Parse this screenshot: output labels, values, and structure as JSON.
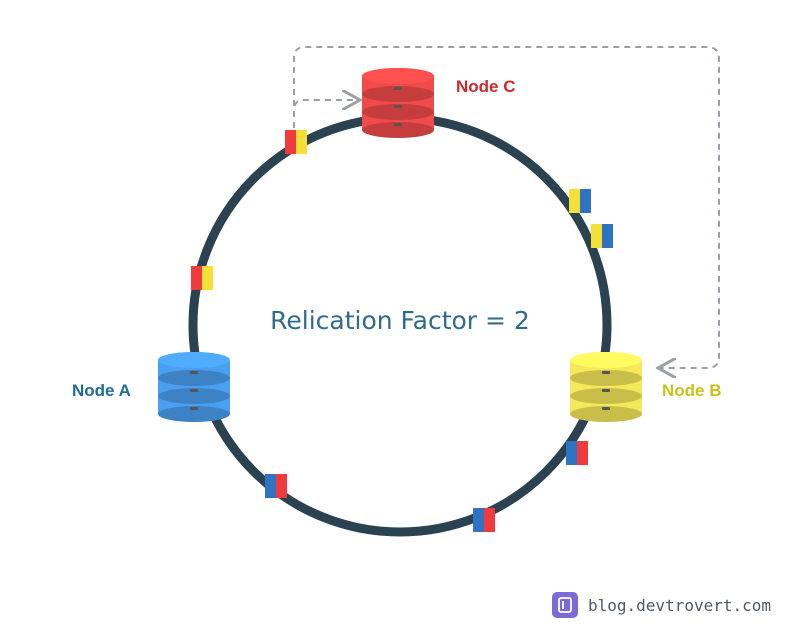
{
  "diagram": {
    "center_label": "Relication Factor = 2",
    "ring_color": "#2b4350",
    "nodes": [
      {
        "id": "a",
        "label": "Node A",
        "color": "#4a9ff0",
        "label_color": "#1f6a9a"
      },
      {
        "id": "b",
        "label": "Node B",
        "color": "#f5e85a",
        "label_color": "#c9c21a"
      },
      {
        "id": "c",
        "label": "Node C",
        "color": "#f04a4a",
        "label_color": "#cc2a2a"
      }
    ],
    "tokens": [
      {
        "colors": [
          "#ef3b3b",
          "#f5e03a"
        ]
      },
      {
        "colors": [
          "#f5e03a",
          "#2f74c4"
        ]
      },
      {
        "colors": [
          "#f5e03a",
          "#2f74c4"
        ]
      },
      {
        "colors": [
          "#ef3b3b",
          "#f5e03a"
        ]
      },
      {
        "colors": [
          "#2f74c4",
          "#ef3b3b"
        ]
      },
      {
        "colors": [
          "#2f74c4",
          "#ef3b3b"
        ]
      },
      {
        "colors": [
          "#2f74c4",
          "#ef3b3b"
        ]
      }
    ],
    "arrow_color": "#9aa0a6"
  },
  "brand": {
    "text": "blog.devtrovert.com",
    "logo_icon": "devtrovert-logo-icon",
    "logo_color": "#7c6bd6"
  }
}
